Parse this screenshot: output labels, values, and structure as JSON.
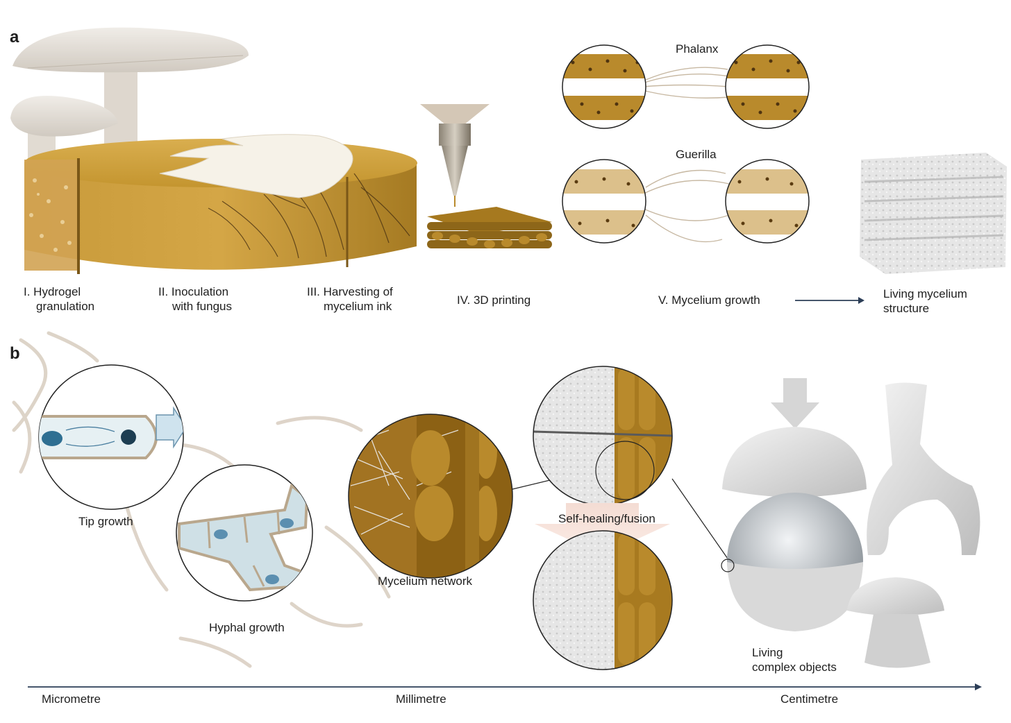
{
  "panel_a": {
    "letter": "a",
    "steps": [
      {
        "line1": "I. Hydrogel",
        "line2": "granulation"
      },
      {
        "line1": "II. Inoculation",
        "line2": "with fungus"
      },
      {
        "line1": "III. Harvesting of",
        "line2": "mycelium ink"
      },
      {
        "line1": "IV. 3D printing"
      },
      {
        "line1": "V. Mycelium growth"
      },
      {
        "line1": "Living mycelium",
        "line2": "structure"
      }
    ],
    "growth_modes": [
      "Phalanx",
      "Guerilla"
    ]
  },
  "panel_b": {
    "letter": "b",
    "labels": {
      "tip": "Tip growth",
      "hyphal": "Hyphal growth",
      "network": "Mycelium network",
      "healing": "Self-healing/fusion",
      "objects_line1": "Living",
      "objects_line2": "complex objects"
    },
    "scale": {
      "micro": "Micrometre",
      "milli": "Millimetre",
      "centi": "Centimetre"
    }
  },
  "colors": {
    "ochre": "#b98a2c",
    "ochre_light": "#d9b36a",
    "dark_dots": "#5a3b10",
    "hypha": "#cfc3b3",
    "arrow": "#2c3e57",
    "cell_fill": "#cfe0e6",
    "nucleus": "#5b8fb0",
    "grey_object": "#d8d8d8"
  }
}
